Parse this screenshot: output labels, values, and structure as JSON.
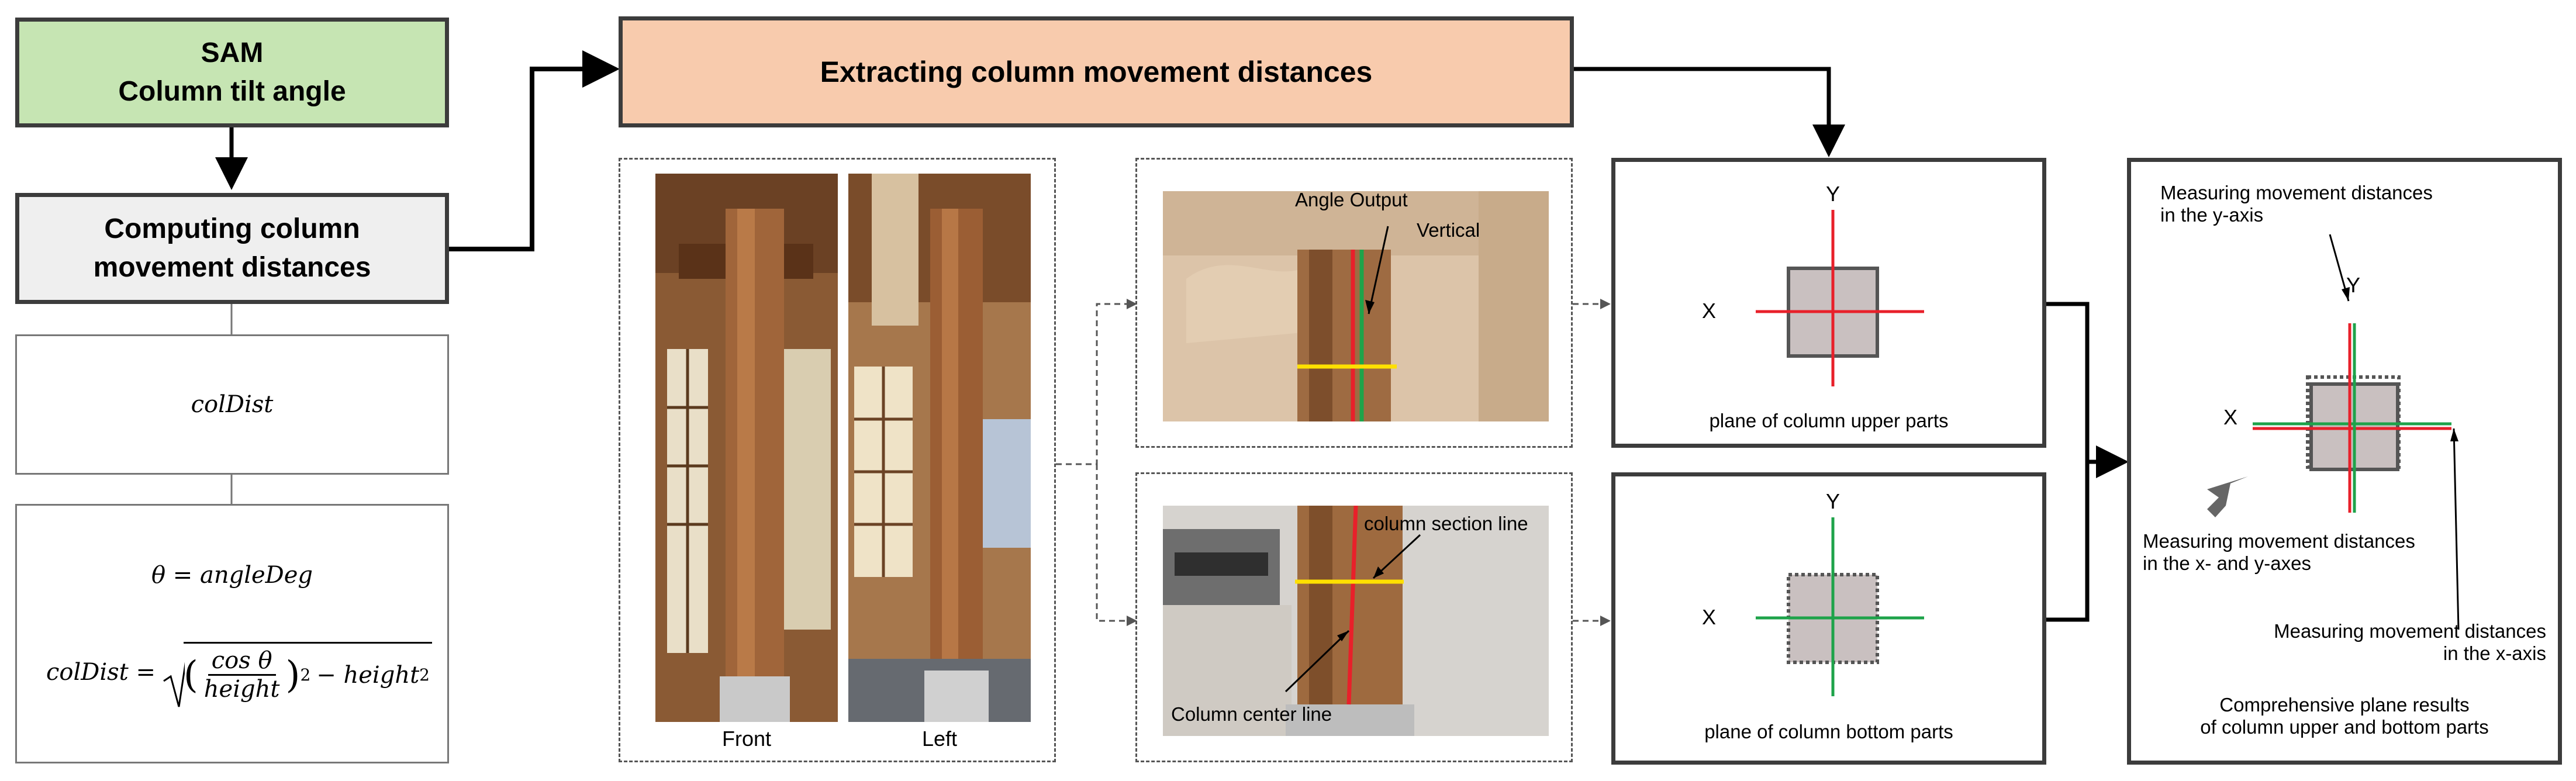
{
  "flow": {
    "sam_title": "SAM",
    "sam_subtitle": "Column tilt angle",
    "computing_line1": "Computing column",
    "computing_line2": "movement distances",
    "extracting": "Extracting column movement distances"
  },
  "formula": {
    "var_name": "colDist",
    "theta_eq": "θ = angleDeg",
    "lhs": "colDist =",
    "numerator": "cos θ",
    "denominator": "height",
    "tail": "− height",
    "exp": "2"
  },
  "photos": {
    "front_label": "Front",
    "left_label": "Left"
  },
  "annotated": {
    "angle_output": "Angle Output",
    "vertical": "Vertical",
    "column_section_line": "column section line",
    "column_center_line": "Column center line"
  },
  "planes": {
    "upper_label": "plane of column upper parts",
    "bottom_label": "plane of column bottom parts",
    "axis_x": "X",
    "axis_y": "Y"
  },
  "results": {
    "y_axis_note_1": "Measuring movement distances",
    "y_axis_note_2": "in the y-axis",
    "xy_note_1": "Measuring movement distances",
    "xy_note_2": "in the x- and y-axes",
    "x_axis_note_1": "Measuring movement distances",
    "x_axis_note_2": "in the x-axis",
    "summary_1": "Comprehensive plane results",
    "summary_2": "of column upper and bottom parts"
  },
  "colors": {
    "sam_box": "#c6e5b3",
    "computing_box": "#efefef",
    "extracting_box": "#f8cbad",
    "axis_red": "#e8202a",
    "axis_green": "#1ea34a",
    "section_yellow": "#ffe000"
  }
}
